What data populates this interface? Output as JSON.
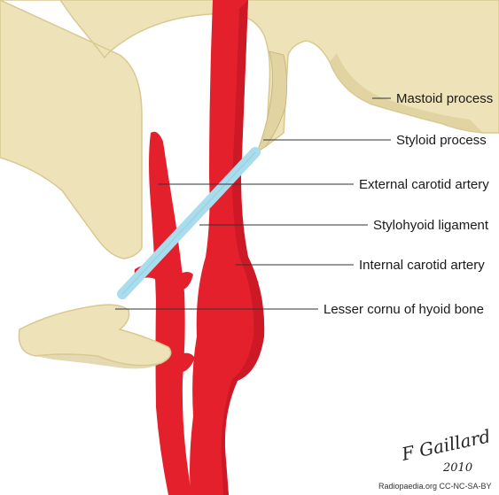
{
  "colors": {
    "bone": "#EEE3B8",
    "bone_shadow": "#D8C993",
    "artery": "#E5202D",
    "artery_dark": "#B8141F",
    "ligament": "#A9DCEC",
    "background": "#FFFFFF"
  },
  "labels": {
    "mastoid": "Mastoid process",
    "styloid": "Styloid process",
    "external_carotid": "External carotid artery",
    "stylohyoid": "Stylohyoid ligament",
    "internal_carotid": "Internal carotid artery",
    "lesser_cornu": "Lesser cornu of hyoid bone"
  },
  "signature": {
    "name": "F Gaillard",
    "year": "2010",
    "credit": "Radiopaedia.org CC-NC-SA-BY"
  }
}
